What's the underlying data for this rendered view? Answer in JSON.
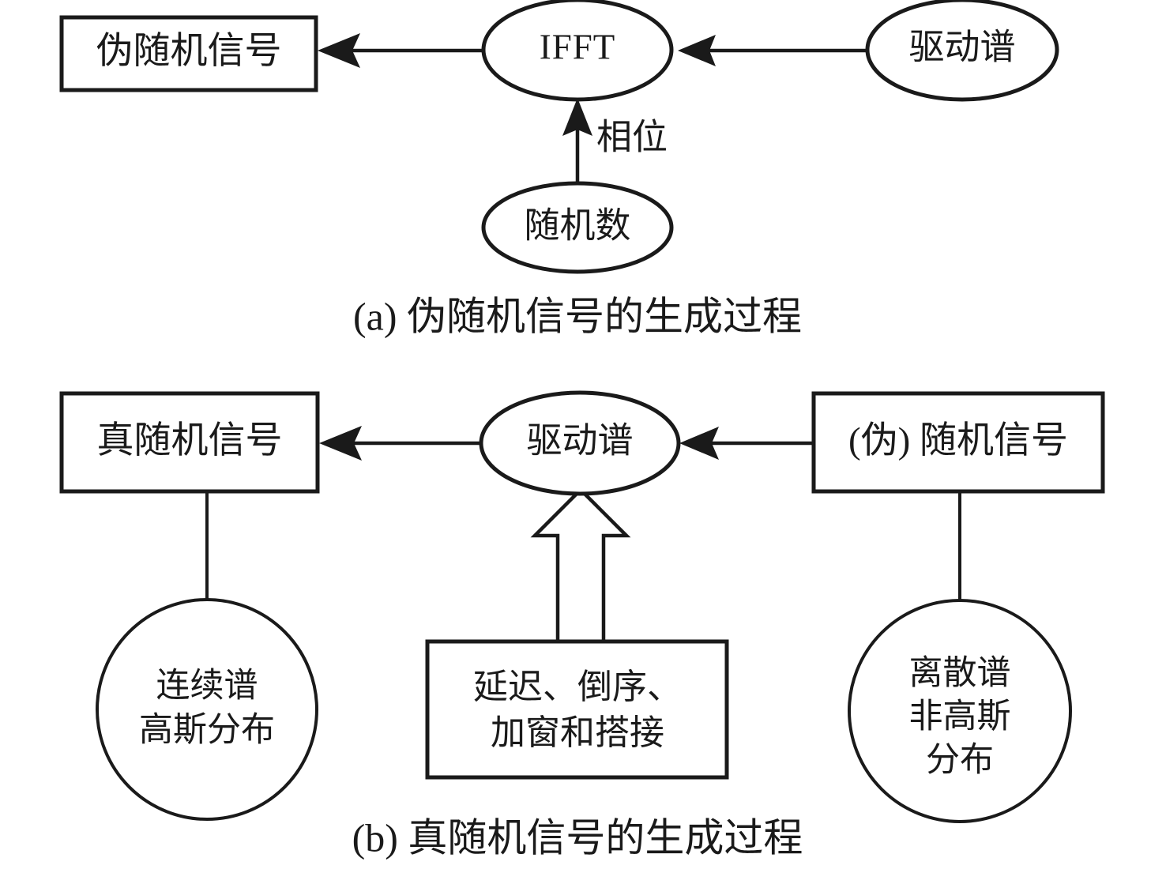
{
  "figure": {
    "background_color": "#ffffff",
    "stroke_color": "#1a1a1a",
    "panels": [
      {
        "id": "panel-a",
        "caption": "(a) 伪随机信号的生成过程"
      },
      {
        "id": "panel-b",
        "caption": "(b) 真随机信号的生成过程"
      }
    ]
  },
  "panel_a": {
    "nodes": {
      "output_box": "伪随机信号",
      "ifft_ellipse": "IFFT",
      "drive_spectrum_ellipse": "驱动谱",
      "random_number_ellipse": "随机数"
    },
    "edge_labels": {
      "phase": "相位"
    },
    "caption": "(a) 伪随机信号的生成过程"
  },
  "panel_b": {
    "nodes": {
      "true_random_box": "真随机信号",
      "drive_spectrum_ellipse": "驱动谱",
      "pseudo_random_box": "(伪) 随机信号",
      "left_circle_line1": "连续谱",
      "left_circle_line2": "高斯分布",
      "process_box_line1": "延迟、倒序、",
      "process_box_line2": "加窗和搭接",
      "right_circle_line1": "离散谱",
      "right_circle_line2": "非高斯",
      "right_circle_line3": "分布"
    },
    "caption": "(b) 真随机信号的生成过程"
  }
}
